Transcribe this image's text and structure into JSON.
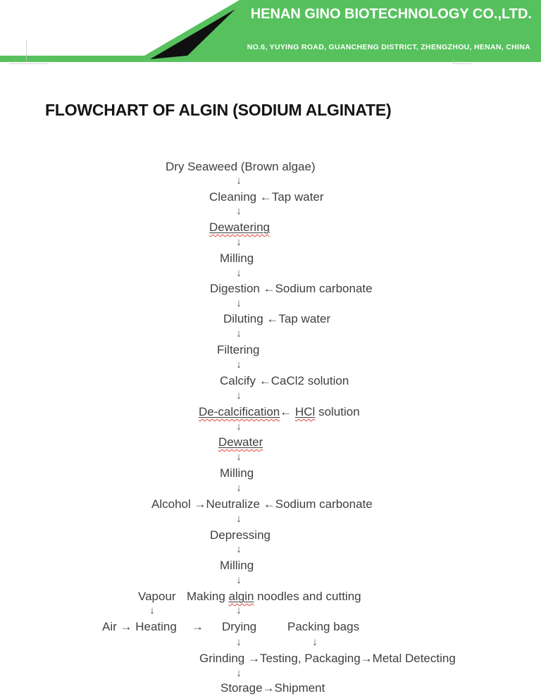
{
  "header": {
    "company_name": "HENAN GINO BIOTECHNOLOGY CO.,LTD.",
    "address": "NO.6, YUYING ROAD, GUANCHENG DISTRICT, ZHENGZHOU, HENAN, CHINA",
    "banner_color": "#57c15e",
    "swoosh_color": "#101010",
    "text_color": "#ffffff"
  },
  "document": {
    "title": "FLOWCHART OF ALGIN (SODIUM ALGINATE)"
  },
  "flow": {
    "arrow_down": "↓",
    "steps": {
      "dry_seaweed": "Dry Seaweed (Brown algae)",
      "cleaning": "Cleaning ←Tap water",
      "dewatering": "Dewatering",
      "milling_1": "Milling",
      "digestion": "Digestion ←Sodium carbonate",
      "diluting": "Diluting ←Tap water",
      "filtering": "Filtering",
      "calcify": "Calcify ←CaCl2 solution",
      "decalcification": {
        "word": "De-calcification",
        "arrow": "← ",
        "acid": "HCl",
        "rest": " solution"
      },
      "dewater": "Dewater",
      "milling_2": "Milling",
      "alcohol_neutralize": "Alcohol →Neutralize ←Sodium carbonate",
      "depressing": "Depressing",
      "milling_3": "Milling",
      "vapour": "Vapour",
      "making": {
        "pre": "Making ",
        "word": "algin",
        "post": " noodles and cutting"
      },
      "air_heating": "Air → Heating",
      "connector_right": "→",
      "drying": "Drying",
      "packing_bags": "Packing bags",
      "grinding": "Grinding →Testing, Packaging→Metal Detecting",
      "storage_shipment": "Storage→Shipment"
    }
  }
}
